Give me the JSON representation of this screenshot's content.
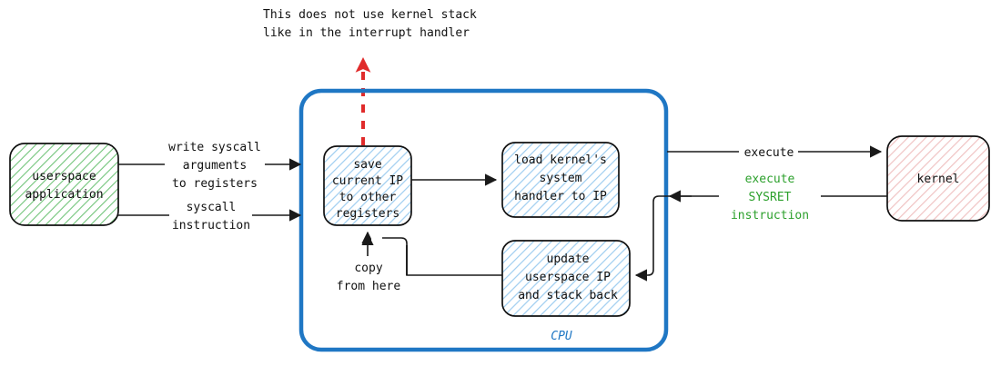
{
  "diagram": {
    "title_note": {
      "line1": "This does not use kernel stack",
      "line2": "like in the interrupt handler"
    },
    "nodes": {
      "userspace": {
        "label_line1": "userspace",
        "label_line2": "application",
        "fill_color": "#eaf7ec",
        "hatch_color": "#57b85f"
      },
      "cpu": {
        "label": "CPU",
        "border_color": "#1f77c4"
      },
      "save_ip": {
        "label_line1": "save",
        "label_line2": "current IP",
        "label_line3": "to other",
        "label_line4": "registers",
        "fill_color": "#e8f3fb",
        "hatch_color": "#7fbfe8"
      },
      "load_handler": {
        "label_line1": "load kernel's",
        "label_line2": "system",
        "label_line3": "handler to IP",
        "fill_color": "#e8f3fb",
        "hatch_color": "#7fbfe8"
      },
      "update_userspace": {
        "label_line1": "update",
        "label_line2": "userspace IP",
        "label_line3": "and stack back",
        "fill_color": "#e8f3fb",
        "hatch_color": "#7fbfe8"
      },
      "kernel": {
        "label": "kernel",
        "fill_color": "#fdeeee",
        "hatch_color": "#e8a0a0"
      }
    },
    "edges": {
      "write_args": {
        "line1": "write syscall",
        "line2": "arguments",
        "line3": "to registers"
      },
      "syscall_instruction": {
        "line1": "syscall",
        "line2": "instruction"
      },
      "execute": {
        "line1": "execute"
      },
      "sysret": {
        "line1": "execute",
        "line2": "SYSRET",
        "line3": "instruction",
        "color": "#2ca02c"
      },
      "copy_from_here": {
        "line1": "copy",
        "line2": "from here"
      },
      "no_kernel_stack": {
        "color": "#e02b2b"
      }
    }
  }
}
